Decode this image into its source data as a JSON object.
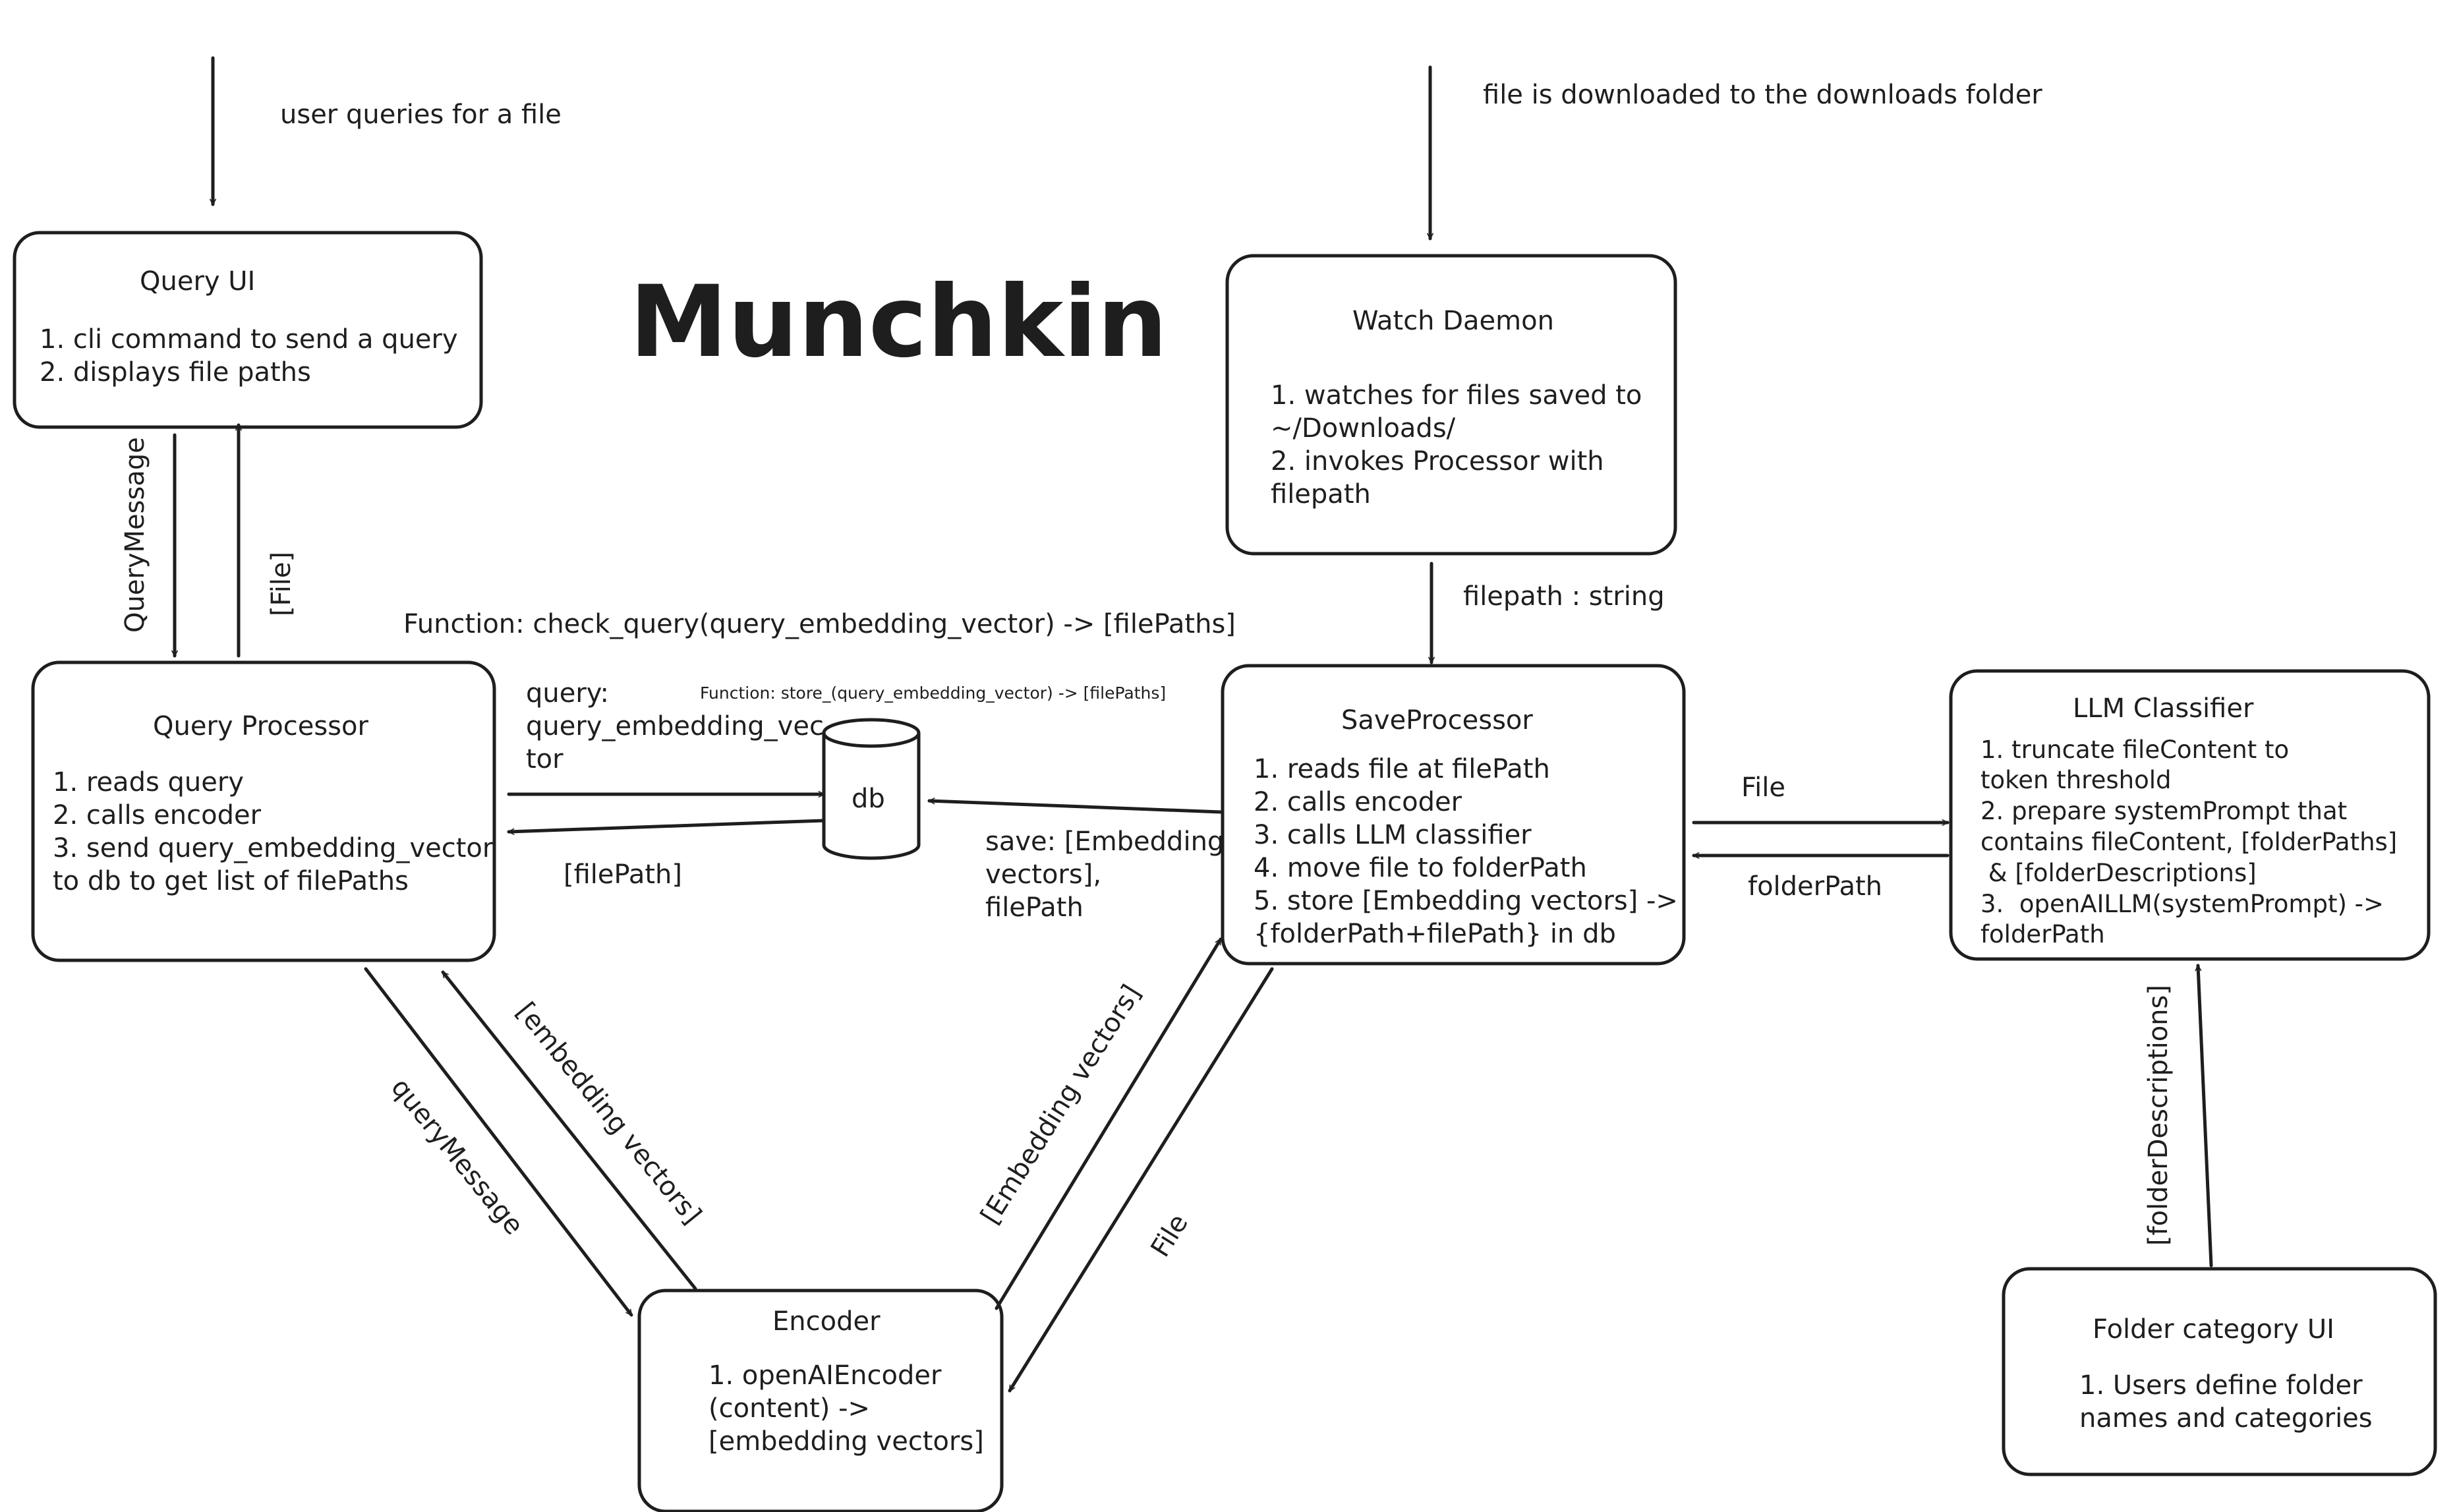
{
  "title": "Munchkin",
  "inputs": {
    "user_query": "user queries for a file",
    "file_download": "file is downloaded to the downloads folder"
  },
  "query_ui": {
    "title": "Query UI",
    "lines": [
      "1. cli command to send a query",
      "2. displays file paths"
    ]
  },
  "watch_daemon": {
    "title": "Watch Daemon",
    "lines": [
      "1. watches for files saved to",
      "~/Downloads/",
      "2. invokes Processor with",
      "filepath"
    ]
  },
  "query_processor": {
    "title": "Query Processor",
    "lines": [
      "1. reads query",
      "2. calls encoder",
      "3. send query_embedding_vector",
      "to db to get list of filePaths"
    ]
  },
  "save_processor": {
    "title": "SaveProcessor",
    "lines": [
      "1. reads file at filePath",
      "2. calls encoder",
      "3. calls LLM classifier",
      "4. move file to folderPath",
      "5. store [Embedding vectors] ->",
      "{folderPath+filePath} in db"
    ]
  },
  "llm_classifier": {
    "title": "LLM Classifier",
    "lines": [
      "1. truncate fileContent to",
      "token threshold",
      "2. prepare systemPrompt that",
      "contains fileContent, [folderPaths]",
      " & [folderDescriptions]",
      "3.  openAILLM(systemPrompt) ->",
      "folderPath"
    ]
  },
  "encoder": {
    "title": "Encoder",
    "lines": [
      "1. openAIEncoder",
      "(content) ->",
      "[embedding vectors]"
    ]
  },
  "folder_category_ui": {
    "title": "Folder category UI",
    "lines": [
      "1. Users define folder",
      "names and categories"
    ]
  },
  "db": {
    "label": "db"
  },
  "edge_labels": {
    "query_message_up": "QueryMessage",
    "file_down": "[File]",
    "check_query": "Function: check_query(query_embedding_vector) -> [filePaths]",
    "store_fn": "Function: store_(query_embedding_vector) -> [filePaths]",
    "query_embedding": [
      "query:",
      "query_embedding_vec",
      "tor"
    ],
    "file_path_list": "[filePath]",
    "save_embedding": [
      "save: [Embedding",
      "vectors],",
      "filePath"
    ],
    "filepath_string": "filepath : string",
    "file_to_llm": "File",
    "folder_path_back": "folderPath",
    "query_message_diag": "queryMessage",
    "embedding_vectors_diag": "[embedding vectors]",
    "embedding_vectors_save": "[Embedding vectors]",
    "file_diag": "File",
    "folder_descriptions": "[folderDescriptions]"
  }
}
